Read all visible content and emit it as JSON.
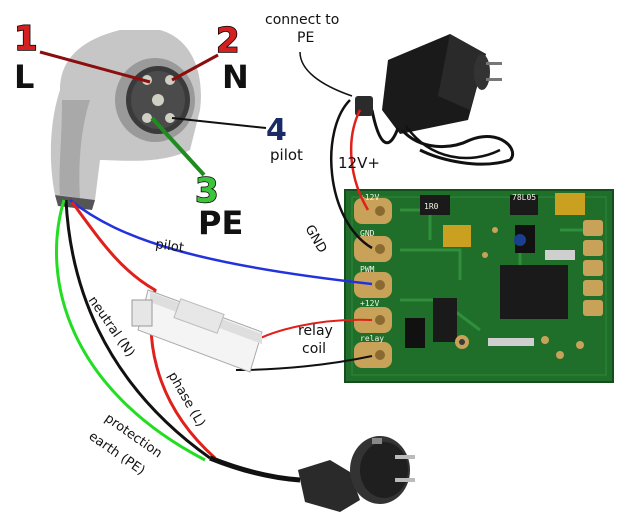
{
  "connector_labels": {
    "pin1_number": "1",
    "pin1_name": "L",
    "pin2_number": "2",
    "pin2_name": "N",
    "pin3_number": "3",
    "pin3_name": "PE",
    "pin4_number": "4",
    "pin4_name": "pilot"
  },
  "annotations": {
    "connect_pe_line1": "connect to",
    "connect_pe_line2": "PE",
    "v12": "12V+",
    "gnd": "GND",
    "pilot_wire": "pilot",
    "relay_coil_line1": "relay",
    "relay_coil_line2": "coil",
    "neutral": "neutral (N)",
    "phase": "phase (L)",
    "pe_line1": "protection",
    "pe_line2": "earth (PE)"
  },
  "board_pads": {
    "pad1": "+12V",
    "pad2": "GND",
    "pad3": "PWM",
    "pad4": "+12V",
    "pad5": "relay"
  },
  "colors": {
    "pin_number_red": "#d32020",
    "pin_number_green": "#3cc43c",
    "pin_number_blue": "#1a2a66",
    "wire_red": "#e0201a",
    "wire_blue": "#2233dd",
    "wire_green": "#22dd22",
    "wire_black": "#111111",
    "pcb_green": "#1f6e2a",
    "pad_gold": "#c9a25a"
  }
}
